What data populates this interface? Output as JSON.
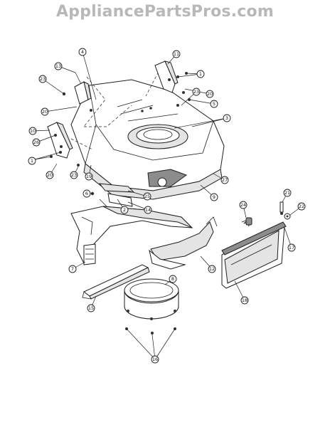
{
  "watermark": "AppliancePartsPros.com",
  "callouts": [
    {
      "id": "c1a",
      "label": "1"
    },
    {
      "id": "c1b",
      "label": "1"
    },
    {
      "id": "c2",
      "label": "2"
    },
    {
      "id": "c3",
      "label": "3"
    },
    {
      "id": "c4",
      "label": "4"
    },
    {
      "id": "c5",
      "label": "5"
    },
    {
      "id": "c6",
      "label": "6"
    },
    {
      "id": "c7",
      "label": "7"
    },
    {
      "id": "c8",
      "label": "8"
    },
    {
      "id": "c9",
      "label": "9"
    },
    {
      "id": "c10",
      "label": "10"
    },
    {
      "id": "c11",
      "label": "11"
    },
    {
      "id": "c12",
      "label": "12"
    },
    {
      "id": "c13",
      "label": "13"
    },
    {
      "id": "c14",
      "label": "14"
    },
    {
      "id": "c15",
      "label": "15"
    },
    {
      "id": "c16",
      "label": "16"
    },
    {
      "id": "c17",
      "label": "17"
    },
    {
      "id": "c18",
      "label": "18"
    },
    {
      "id": "c19",
      "label": "19"
    },
    {
      "id": "c20a",
      "label": "20"
    },
    {
      "id": "c20b",
      "label": "20"
    },
    {
      "id": "c20c",
      "label": "20"
    },
    {
      "id": "c21",
      "label": "21"
    },
    {
      "id": "c22",
      "label": "22"
    },
    {
      "id": "c23a",
      "label": "23"
    },
    {
      "id": "c23b",
      "label": "23"
    },
    {
      "id": "c23c",
      "label": "23"
    },
    {
      "id": "c24",
      "label": "24"
    },
    {
      "id": "c25",
      "label": "25"
    },
    {
      "id": "c26",
      "label": "26"
    },
    {
      "id": "c27",
      "label": "27"
    }
  ]
}
